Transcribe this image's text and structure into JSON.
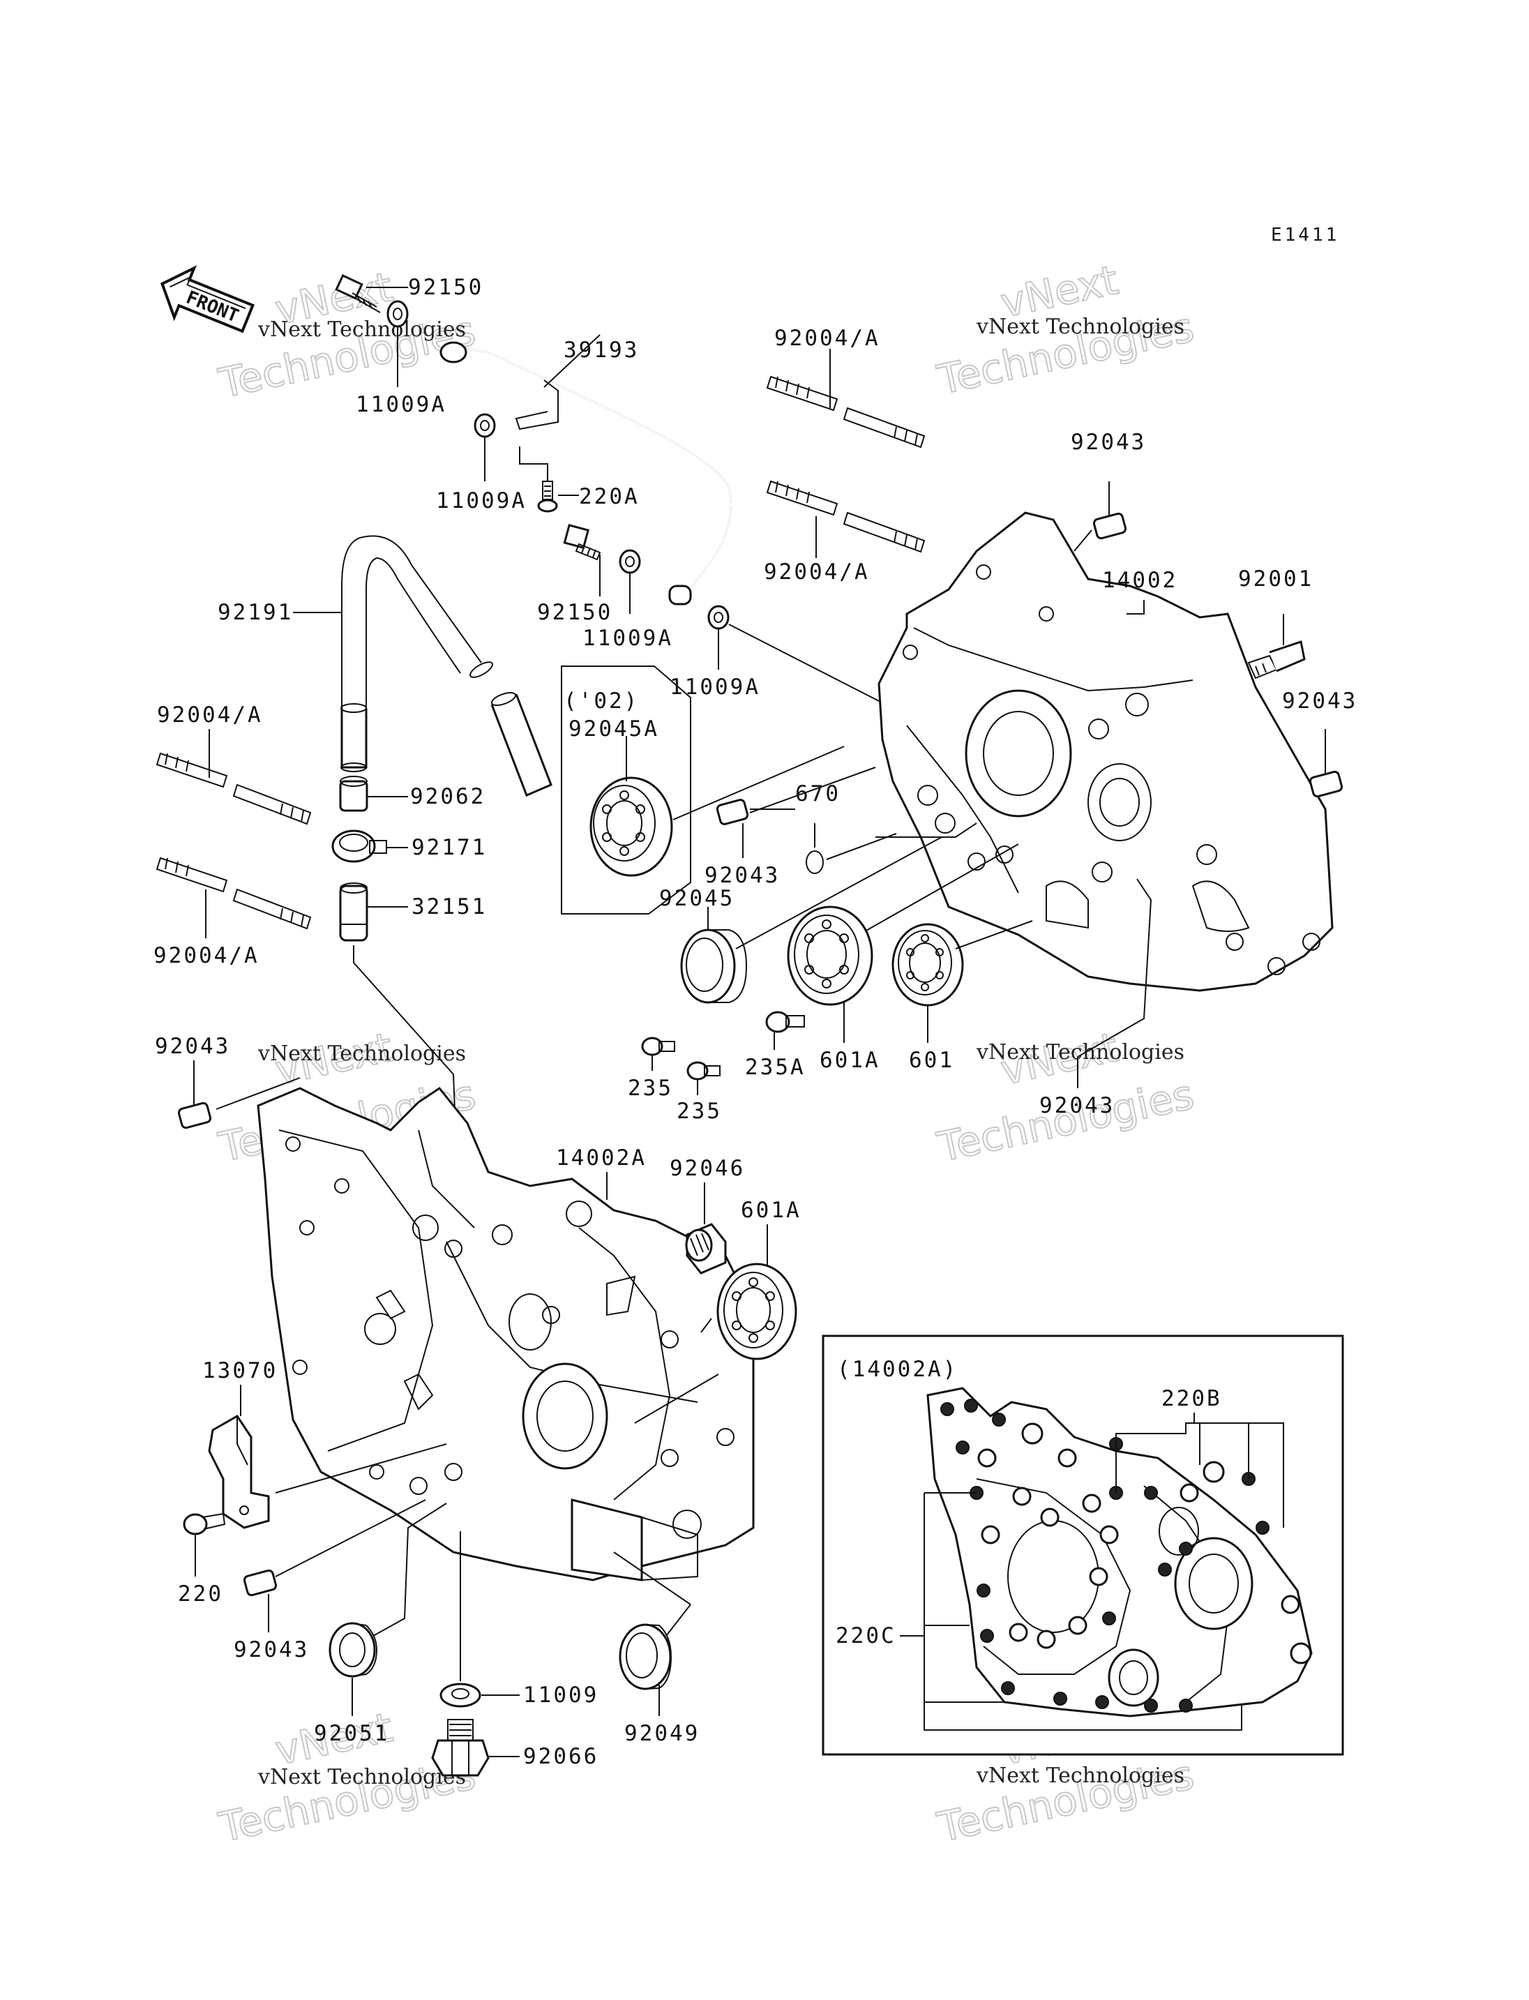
{
  "diagram_code": "E1411",
  "front_arrow_label": "FRONT",
  "inset_title": "(14002A)",
  "group_label": "('02)",
  "watermark_text": "vNext Technologies",
  "watermark_big_1": "vNext",
  "watermark_big_2": "Technologies",
  "labels": {
    "p92150_top": "92150",
    "p39193": "39193",
    "p11009A_1": "11009A",
    "p11009A_2": "11009A",
    "p220A": "220A",
    "p92150_mid": "92150",
    "p11009A_3": "11009A",
    "p11009A_4": "11009A",
    "p92004A_1": "92004/A",
    "p92004A_2": "92004/A",
    "p92043_1": "92043",
    "p14002": "14002",
    "p92001": "92001",
    "p92043_2": "92043",
    "p92191": "92191",
    "p92004A_3": "92004/A",
    "p92062": "92062",
    "p92171": "92171",
    "p92004A_4": "92004/A",
    "p32151": "32151",
    "p92045A": "92045A",
    "p670": "670",
    "p92043_3": "92043",
    "p92045": "92045",
    "p235_1": "235",
    "p235_2": "235",
    "p235A": "235A",
    "p601A_1": "601A",
    "p601": "601",
    "p92043_4": "92043",
    "p92043_5": "92043",
    "p14002A": "14002A",
    "p92046": "92046",
    "p601A_2": "601A",
    "p13070": "13070",
    "p220": "220",
    "p92043_6": "92043",
    "p92051": "92051",
    "p11009": "11009",
    "p92049": "92049",
    "p92066": "92066",
    "p220B": "220B",
    "p220C": "220C"
  }
}
